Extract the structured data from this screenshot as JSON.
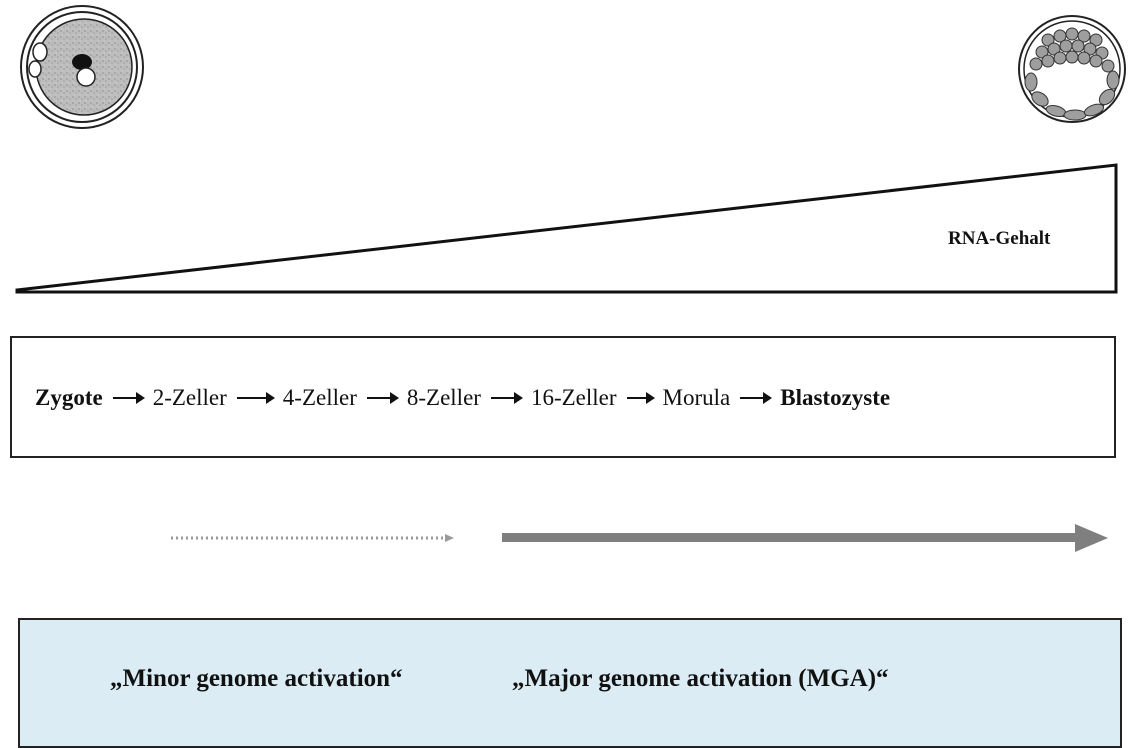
{
  "gradient": {
    "label": "RNA-Gehalt"
  },
  "stages": [
    {
      "label": "Zygote",
      "bold": true
    },
    {
      "label": "2-Zeller",
      "bold": false
    },
    {
      "label": "4-Zeller",
      "bold": false
    },
    {
      "label": "8-Zeller",
      "bold": false
    },
    {
      "label": "16-Zeller",
      "bold": false
    },
    {
      "label": "Morula",
      "bold": false
    },
    {
      "label": "Blastozyste",
      "bold": true
    }
  ],
  "activation": {
    "minor_label": "„Minor genome activation“",
    "major_label": "„Major genome activation (MGA)“"
  },
  "colors": {
    "activation_box_bg": "#dcecf5",
    "dotted_arrow": "#9a9a9a",
    "solid_arrow": "#7f7f7f",
    "cytoplasm": "#b9b9b9"
  },
  "icons": {
    "left_cell": "zygote-cell-icon",
    "right_cell": "blastocyst-cell-icon"
  }
}
